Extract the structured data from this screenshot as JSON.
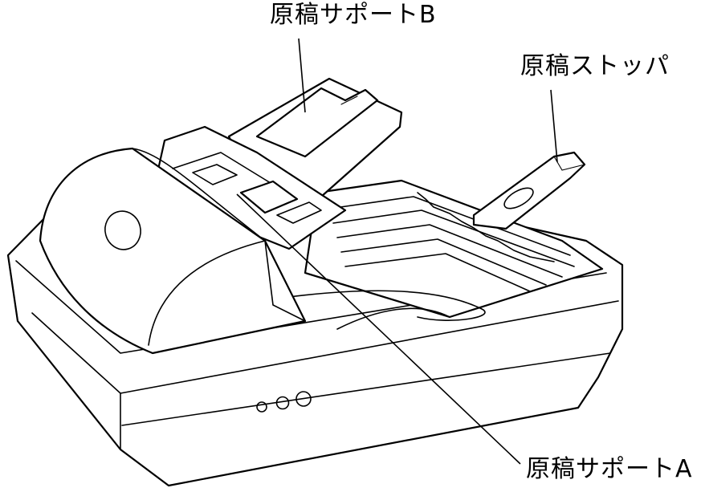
{
  "labels": {
    "document_support_b": "原稿サポートB",
    "document_stopper": "原稿ストッパ",
    "document_support_a": "原稿サポートA"
  },
  "colors": {
    "line": "#000000",
    "background": "#ffffff"
  }
}
